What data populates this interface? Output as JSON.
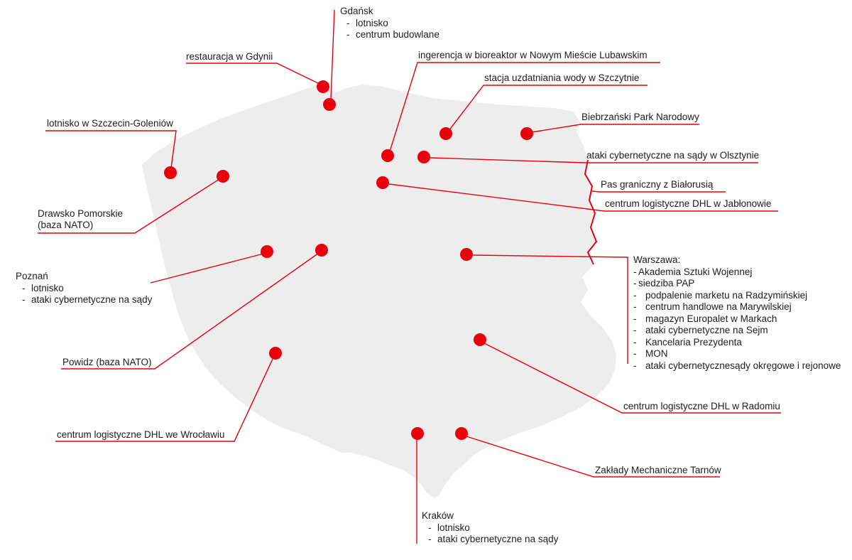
{
  "colors": {
    "accent_red": "#e8000d",
    "map_fill": "#ededed",
    "text": "#1c1c1c"
  },
  "labels": {
    "gdansk": {
      "title": "Gdańsk",
      "items": [
        "lotnisko",
        "centrum budowlane"
      ]
    },
    "gdynia": {
      "text": "restauracja w Gdynii"
    },
    "bioreaktor": {
      "text": "ingerencja w bioreaktor w Nowym Mieście Lubawskim"
    },
    "szczytno": {
      "text": "stacja uzdatniania wody w Szczytnie"
    },
    "biebrza": {
      "text": "Biebrzański Park Narodowy"
    },
    "szczecin": {
      "text": "lotnisko w Szczecin-Goleniów"
    },
    "olsztyn": {
      "text": "ataki cybernetyczne na sądy w Olsztynie"
    },
    "bialorus": {
      "text": "Pas graniczny z Białorusią"
    },
    "drawsko": {
      "line1": "Drawsko Pomorskie",
      "line2": "(baza NATO)"
    },
    "jablonowo": {
      "text": "centrum logistyczne DHL w Jabłonowie"
    },
    "poznan": {
      "title": "Poznań",
      "items": [
        "lotnisko",
        "ataki cybernetyczne na sądy"
      ]
    },
    "warszawa": {
      "title": "Warszawa:",
      "items": [
        "Akademia Sztuki Wojennej",
        "siedziba PAP",
        "podpalenie marketu na Radzymińskiej",
        "centrum handlowe na Marywilskiej",
        "magazyn Europalet w Markach",
        "ataki cybernetyczne na Sejm",
        "Kancelaria Prezydenta",
        "MON",
        "ataki cybernetycznesądy okręgowe i rejonowe"
      ]
    },
    "powidz": {
      "text": "Powidz (baza NATO)"
    },
    "wroclaw": {
      "text": "centrum logistyczne DHL we Wrocławiu"
    },
    "radom": {
      "text": "centrum logistyczne DHL w Radomiu"
    },
    "tarnow": {
      "text": "Zakłady Mechaniczne Tarnów"
    },
    "krakow": {
      "title": "Kraków",
      "items": [
        "lotnisko",
        "ataki cybernetyczne na sądy"
      ]
    }
  }
}
